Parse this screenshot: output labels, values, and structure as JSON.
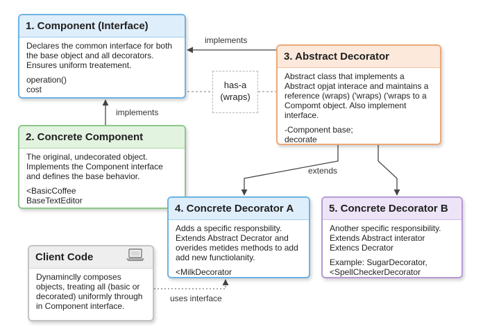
{
  "colors": {
    "blue_border": "#6db3e3",
    "green_border": "#8cc78a",
    "orange_border": "#eda876",
    "purple_border": "#b59ad6",
    "gray_border": "#c3c3c3",
    "connector": "#444444"
  },
  "boxes": {
    "component": {
      "title": "1. Component (Interface)",
      "desc": "Declares the common interface for both the base object and all decorators. Ensures uniform treatement.",
      "member1": "operation()",
      "member2": "cost"
    },
    "concrete_component": {
      "title": "2. Concrete Component",
      "desc": "The original, undecorated object. Implements the Component interface and defines the base behavior.",
      "example1": "<BasicCoffee",
      "example2": "BaseTextEditor"
    },
    "abstract_decorator": {
      "title": "3. Abstract Decorator",
      "desc": "Abstract class that implements a Abstract opjat interace and maintains a reference (wraps) ('wraps) ('wraps to a Compomt object. Also implement interface.",
      "member1": "-Component base;",
      "member2": "decorate"
    },
    "concrete_decorator_a": {
      "title": "4. Concrete Decorator A",
      "desc": "Adds a specific responsbility. Extends Abstract Decrator and overides metides methods to add add new functiolanity.",
      "example": "<MilkDecorator"
    },
    "concrete_decorator_b": {
      "title": "5. Concrete Decorator B",
      "desc": "Another specific responsibility. Extends Abstract interator Extencs Decrator",
      "example1": "Example: SugarDecorator,",
      "example2": "<SpellCheckerDecorator"
    },
    "client_code": {
      "title": "Client Code",
      "desc": "Dynaminclly composes objects, treating all (basic or decorated) uniformly through in Component interface.",
      "icon": "laptop-icon"
    }
  },
  "labels": {
    "implements_top": "implements",
    "implements_left": "implements",
    "has_a_line1": "has-a",
    "has_a_line2": "(wraps)",
    "extends": "extends",
    "uses_interface": "uses interface"
  }
}
